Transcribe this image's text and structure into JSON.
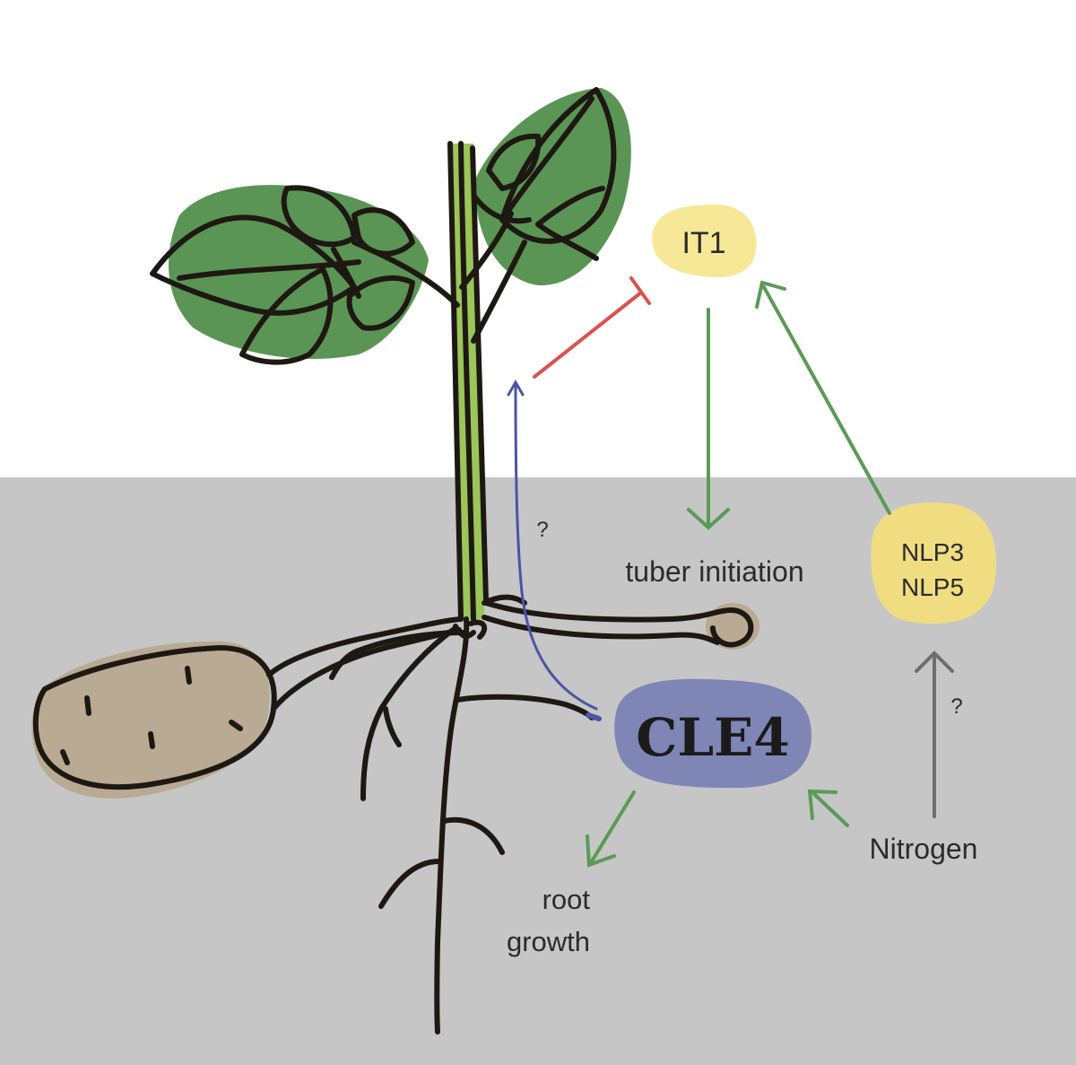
{
  "nodes": {
    "it1": "IT1",
    "nlp3": "NLP3",
    "nlp5": "NLP5",
    "cle4": "CLE4",
    "tuber_initiation": "tuber initiation",
    "root_growth_line1": "root",
    "root_growth_line2": "growth",
    "nitrogen": "Nitrogen",
    "unknown_mark": "?"
  },
  "colors": {
    "soil": "#c6c6c6",
    "sky": "#ffffff",
    "leaf": "#5a9555",
    "stem": "#9bc55a",
    "outline": "#1e1812",
    "tuber": "#b8aa93",
    "it1_blob": "#f6e897",
    "nlp_blob": "#f0dd82",
    "cle4_blob": "#7f86b5",
    "activation_arrow": "#5a9a58",
    "inhibition": "#d9524e",
    "signal_arrow": "#4a55a3",
    "unknown_arrow": "#6e6e6e"
  },
  "edges": [
    {
      "from": "IT1",
      "to": "tuber initiation",
      "type": "activation"
    },
    {
      "from": "NLP3 NLP5",
      "to": "IT1",
      "type": "activation"
    },
    {
      "from": "Nitrogen",
      "to": "NLP3 NLP5",
      "type": "unknown activation",
      "label": "?"
    },
    {
      "from": "Nitrogen",
      "to": "CLE4",
      "type": "activation"
    },
    {
      "from": "CLE4",
      "to": "root growth",
      "type": "activation"
    },
    {
      "from": "CLE4",
      "to": "shoot",
      "type": "signal",
      "label": "?"
    },
    {
      "from": "shoot",
      "to": "IT1",
      "type": "inhibition"
    }
  ]
}
